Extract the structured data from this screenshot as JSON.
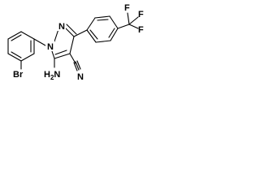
{
  "molecule": {
    "labels": {
      "br": "Br",
      "n1": "N",
      "n2": "N",
      "nh2": "NH2",
      "nh2_prefix": "H",
      "nh2_suffix": "N",
      "nh2_sub": "2",
      "cn_n": "N",
      "cf3_f1": "F",
      "cf3_f2": "F",
      "cf3_f3": "F"
    }
  }
}
